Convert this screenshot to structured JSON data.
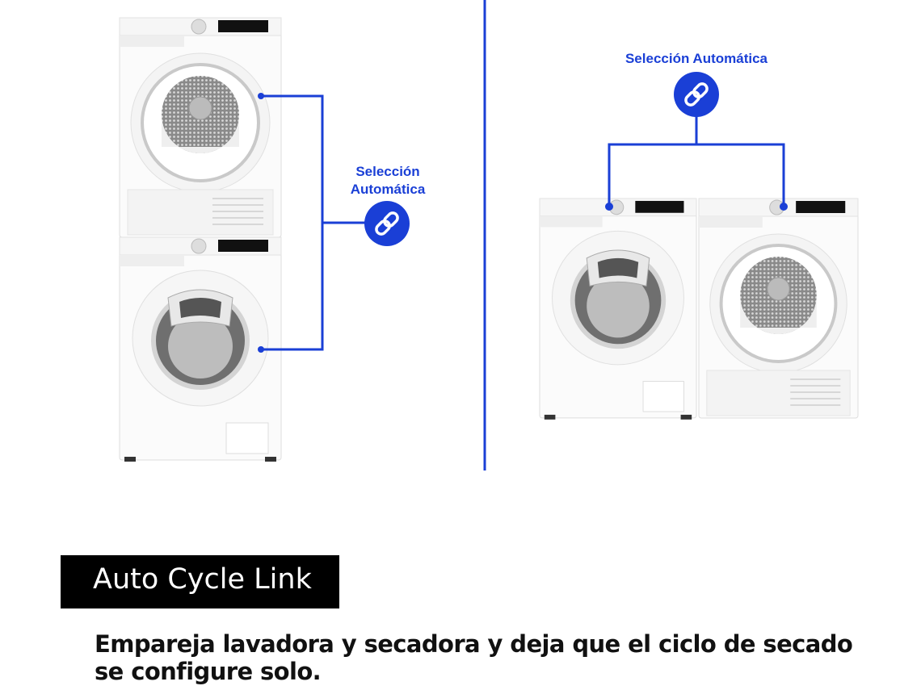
{
  "labels": {
    "left_link": [
      "Selección",
      "Automática"
    ],
    "right_link": "Selección Automática"
  },
  "title": "Auto Cycle Link",
  "description": "Empareja lavadora y secadora y deja que el ciclo de secado se configure solo.",
  "icons": {
    "link": "link-chain-icon"
  },
  "colors": {
    "accent": "#1a3fd6",
    "title_bg": "#000000",
    "title_text": "#ffffff"
  }
}
